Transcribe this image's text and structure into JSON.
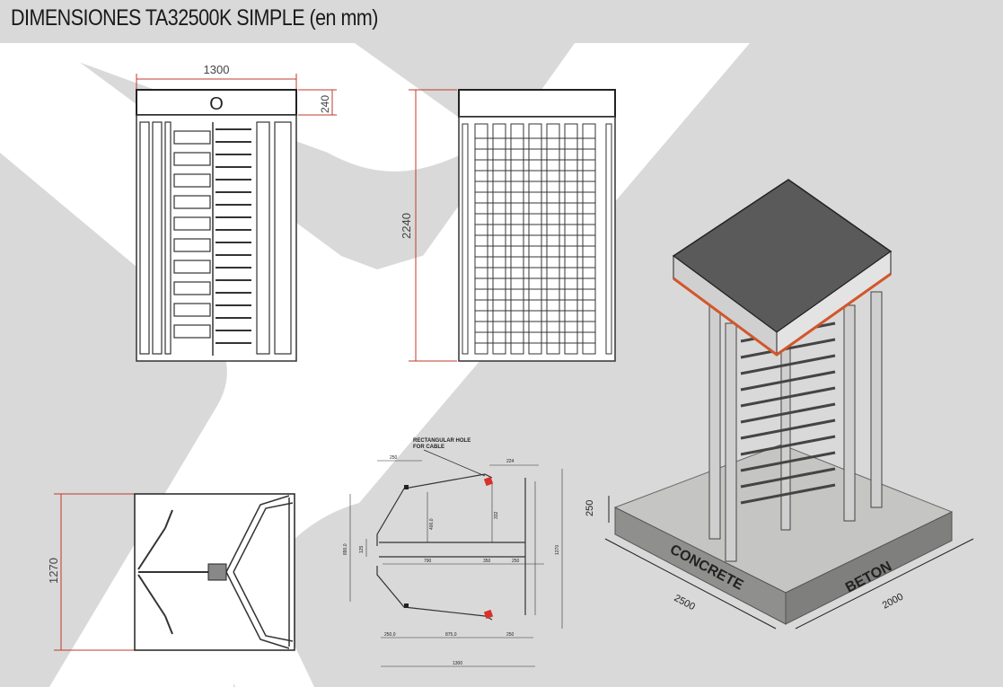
{
  "title": "DIMENSIONES TA32500K SIMPLE (en mm)",
  "colors": {
    "background": "#d9d9d9",
    "stripe": "#ffffff",
    "dimension_line": "#c0392b",
    "frame": "#3a3a3a"
  },
  "front_view": {
    "width_label": "1300",
    "header_label": "240",
    "logo_mark": "O"
  },
  "side_view": {
    "height_label": "2240"
  },
  "top_view": {
    "depth_label": "1270"
  },
  "foundation_plan": {
    "note_line1": "RECTANGULAR HOLE",
    "note_line2": "FOR CABLE",
    "dims": [
      "250",
      "224",
      "400,0",
      "332",
      "890,0",
      "1270",
      "125",
      "790",
      "350",
      "250",
      "250,0",
      "875,0",
      "250",
      "1300"
    ]
  },
  "iso_view": {
    "base_height_label": "250",
    "base_length_label": "2500",
    "base_width_label": "2000",
    "face_left_text": "CONCRETE",
    "face_right_text": "BETON"
  }
}
